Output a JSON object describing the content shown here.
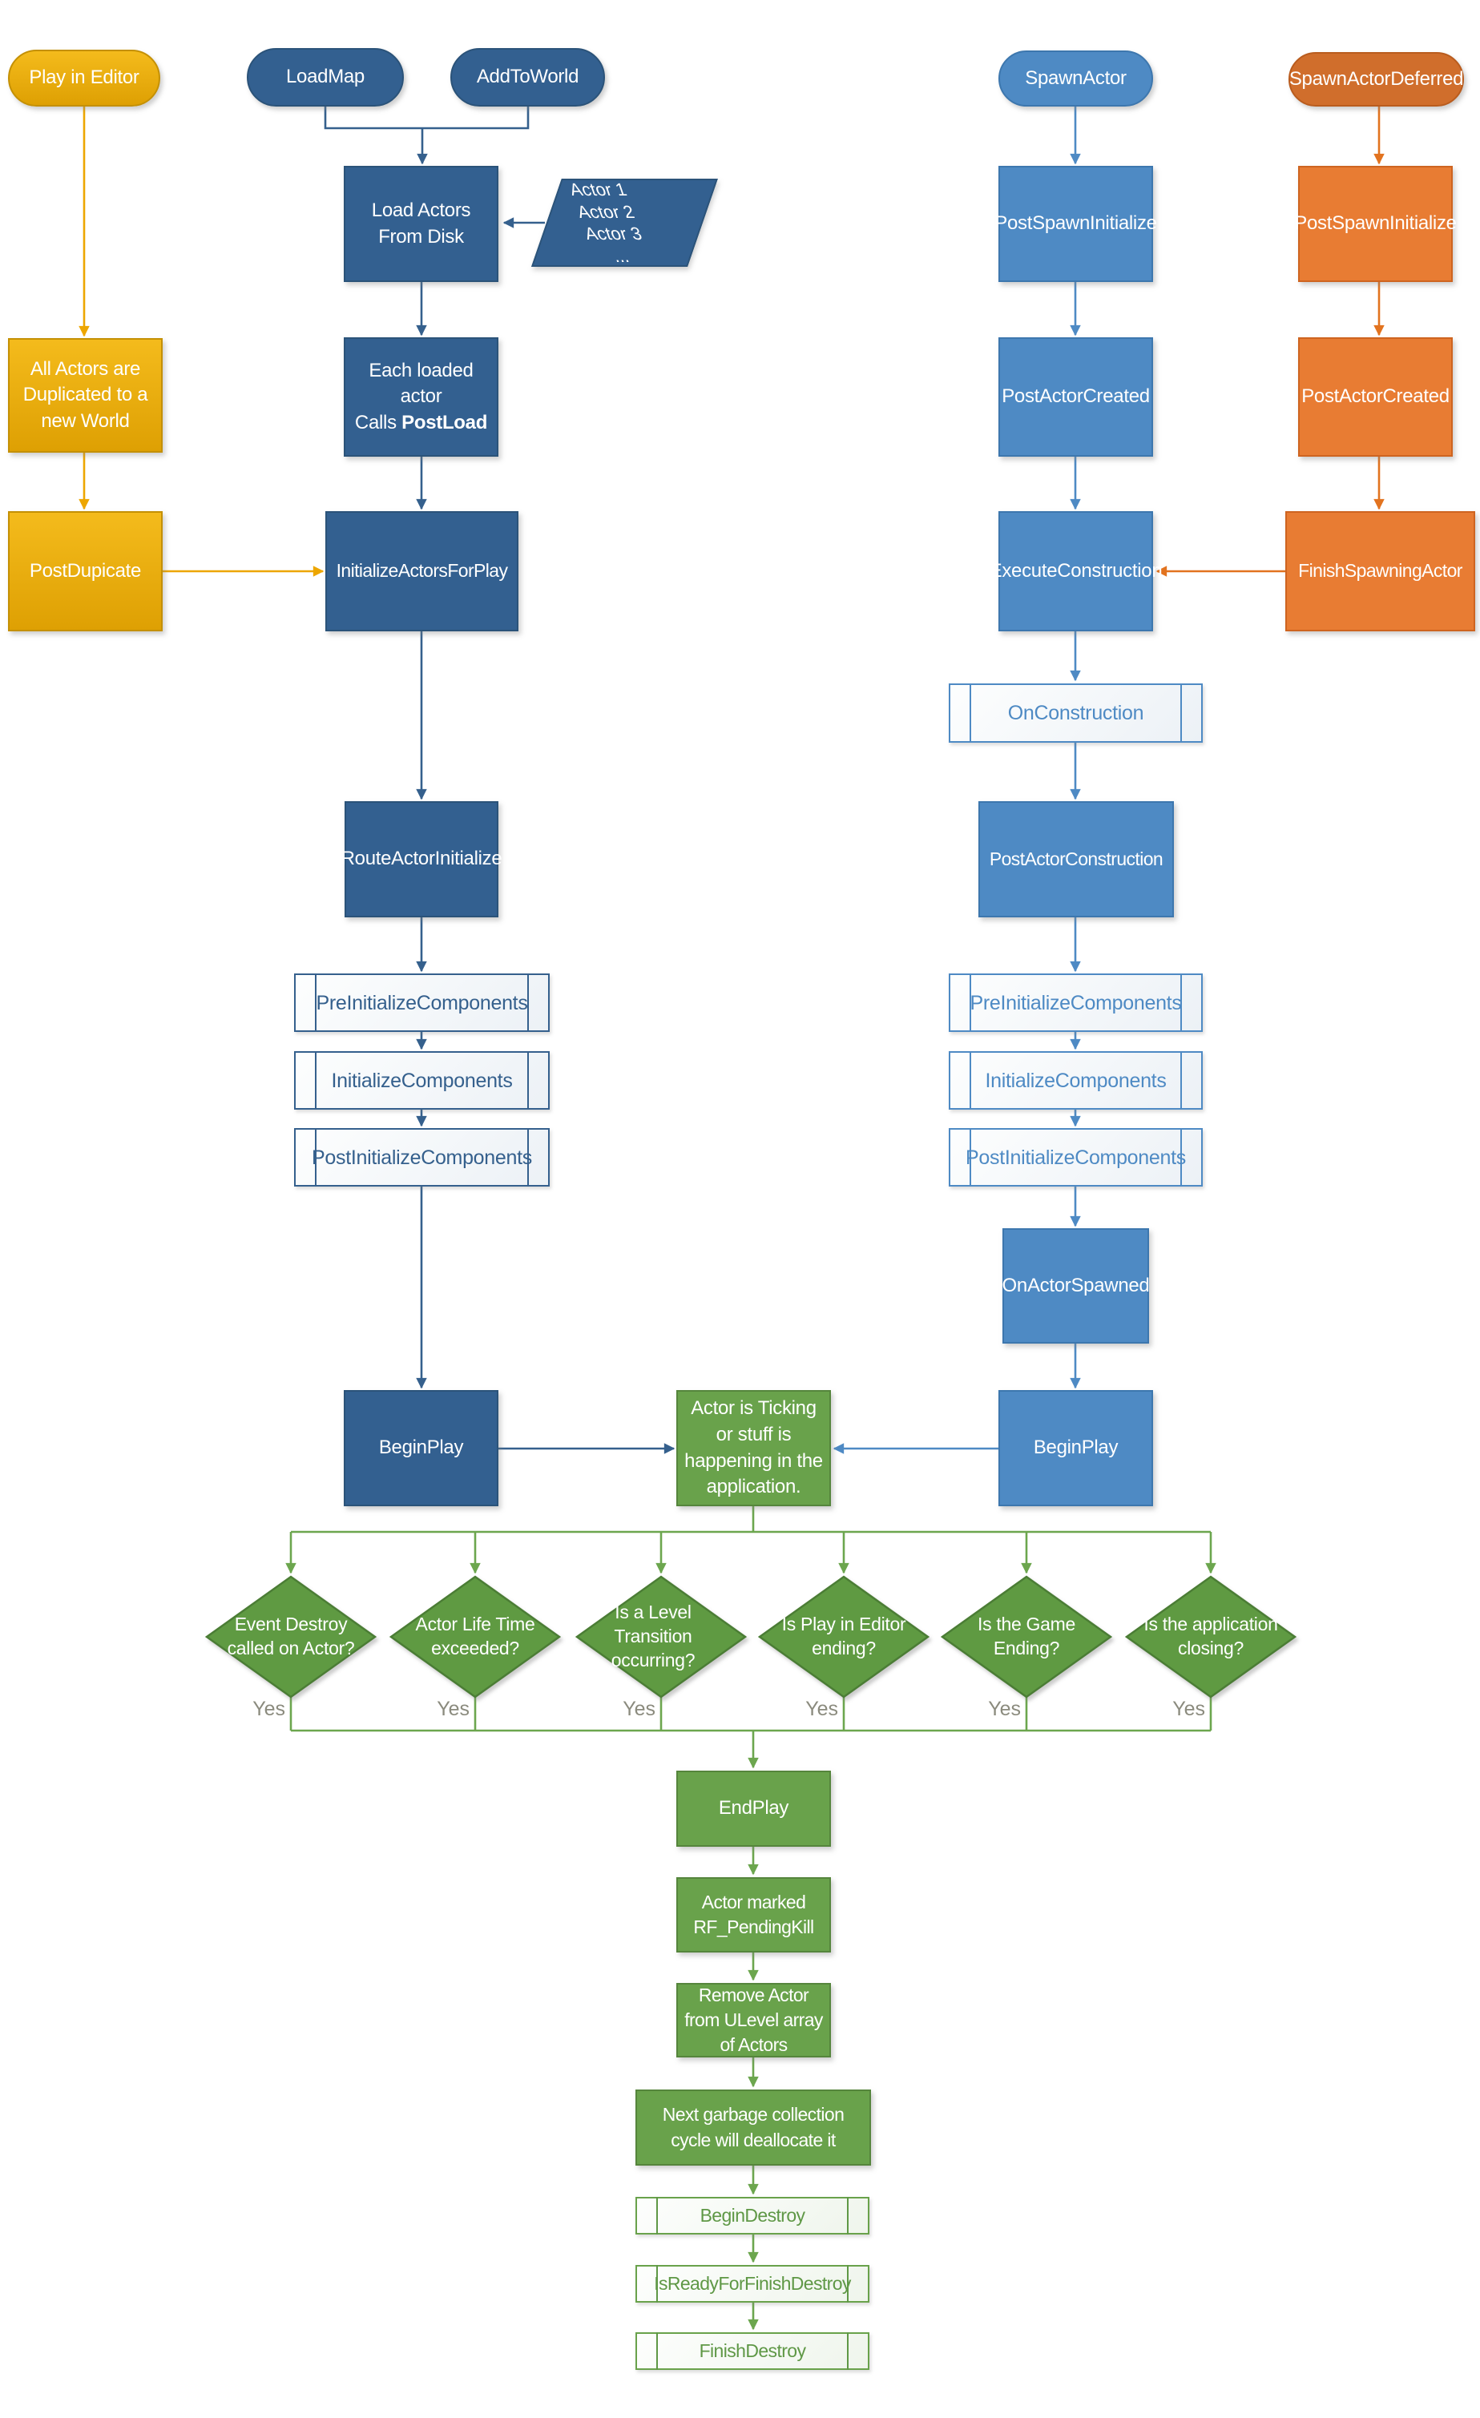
{
  "diagram": {
    "background": "#FFFFFF",
    "colors": {
      "editor_flow_yellow": "#EDA600",
      "load_flow_dark_blue": "#35608D",
      "spawn_flow_medium_blue": "#4E8AC4",
      "deferred_flow_orange": "#E2731F",
      "destroy_flow_green": "#69A24B",
      "diamond_green": "#5E9A43",
      "yes_label_gray": "#8B8B7E"
    },
    "nodes": {
      "play_in_editor": "Play in Editor",
      "load_map": "LoadMap",
      "add_to_world": "AddToWorld",
      "spawn_actor": "SpawnActor",
      "spawn_actor_deferred": "SpawnActorDeferred",
      "load_actors_from_disk": "Load Actors From Disk",
      "all_actors_duplicated": "All Actors are Duplicated to a new World",
      "each_loaded_actor": {
        "line1": "Each loaded actor",
        "line2_prefix": "Calls ",
        "line2_bold": "PostLoad"
      },
      "post_dupicate": "PostDupicate",
      "initialize_actors_for_play": "InitializeActorsForPlay",
      "route_actor_initialize": "RouteActorInitialize",
      "pre_initialize_components": "PreInitializeComponents",
      "initialize_components": "InitializeComponents",
      "post_initialize_components": "PostInitializeComponents",
      "begin_play": "BeginPlay",
      "post_spawn_initialize": "PostSpawnInitialize",
      "post_actor_created": "PostActorCreated",
      "execute_construction": "ExecuteConstruction",
      "finish_spawning_actor": "FinishSpawningActor",
      "on_construction": "OnConstruction",
      "post_actor_construction": "PostActorConstruction",
      "on_actor_spawned": "OnActorSpawned",
      "actor_is_ticking": "Actor is Ticking or stuff is happening in the application.",
      "end_play": "EndPlay",
      "actor_marked_pending_kill": "Actor marked RF_PendingKill",
      "remove_actor_from_ulevel": "Remove Actor from ULevel array of Actors",
      "next_garbage_collection": "Next garbage collection cycle will deallocate it",
      "begin_destroy": "BeginDestroy",
      "is_ready_for_finish_destroy": "IsReadyForFinishDestroy",
      "finish_destroy": "FinishDestroy",
      "actor_list": {
        "lines": [
          "Actor 1",
          "Actor 2",
          "Actor 3",
          "..."
        ]
      }
    },
    "decisions": [
      {
        "question": "Event Destroy called on Actor?",
        "answer": "Yes"
      },
      {
        "question": "Actor Life Time exceeded?",
        "answer": "Yes"
      },
      {
        "question": "Is a Level Transition occurring?",
        "answer": "Yes"
      },
      {
        "question": "Is Play in Editor ending?",
        "answer": "Yes"
      },
      {
        "question": "Is the Game Ending?",
        "answer": "Yes"
      },
      {
        "question": "Is the application closing?",
        "answer": "Yes"
      }
    ]
  }
}
